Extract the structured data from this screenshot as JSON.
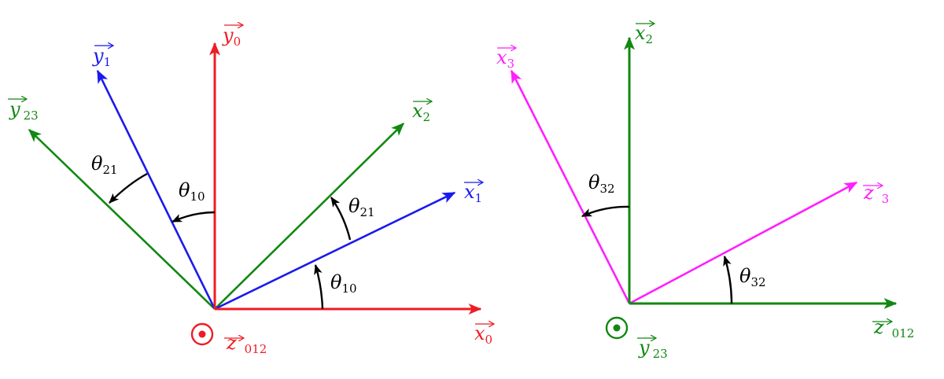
{
  "colors": {
    "red": "#ee1c24",
    "blue": "#1a1aee",
    "green": "#118811",
    "magenta": "#ff1fff",
    "black": "#000000"
  },
  "left_frame": {
    "axes": {
      "x0": {
        "base": "x",
        "sub": "0"
      },
      "y0": {
        "base": "y",
        "sub": "0"
      },
      "x1": {
        "base": "x",
        "sub": "1"
      },
      "y1": {
        "base": "y",
        "sub": "1"
      },
      "x2": {
        "base": "x",
        "sub": "2"
      },
      "y23": {
        "base": "y",
        "sub": "23"
      },
      "z012": {
        "base": "z",
        "sub": "012"
      }
    },
    "angles": {
      "theta10_a": {
        "sym": "θ",
        "sub": "10"
      },
      "theta10_b": {
        "sym": "θ",
        "sub": "10"
      },
      "theta21_a": {
        "sym": "θ",
        "sub": "21"
      },
      "theta21_b": {
        "sym": "θ",
        "sub": "21"
      }
    },
    "out_of_page_symbol": "out-of-page-vector-icon"
  },
  "right_frame": {
    "axes": {
      "x2": {
        "base": "x",
        "sub": "2"
      },
      "x3": {
        "base": "x",
        "sub": "3"
      },
      "z3": {
        "base": "z",
        "sub": "3"
      },
      "z012": {
        "base": "z",
        "sub": "012"
      },
      "y23": {
        "base": "y",
        "sub": "23"
      }
    },
    "angles": {
      "theta32_a": {
        "sym": "θ",
        "sub": "32"
      },
      "theta32_b": {
        "sym": "θ",
        "sub": "32"
      }
    },
    "out_of_page_symbol": "out-of-page-vector-icon"
  }
}
